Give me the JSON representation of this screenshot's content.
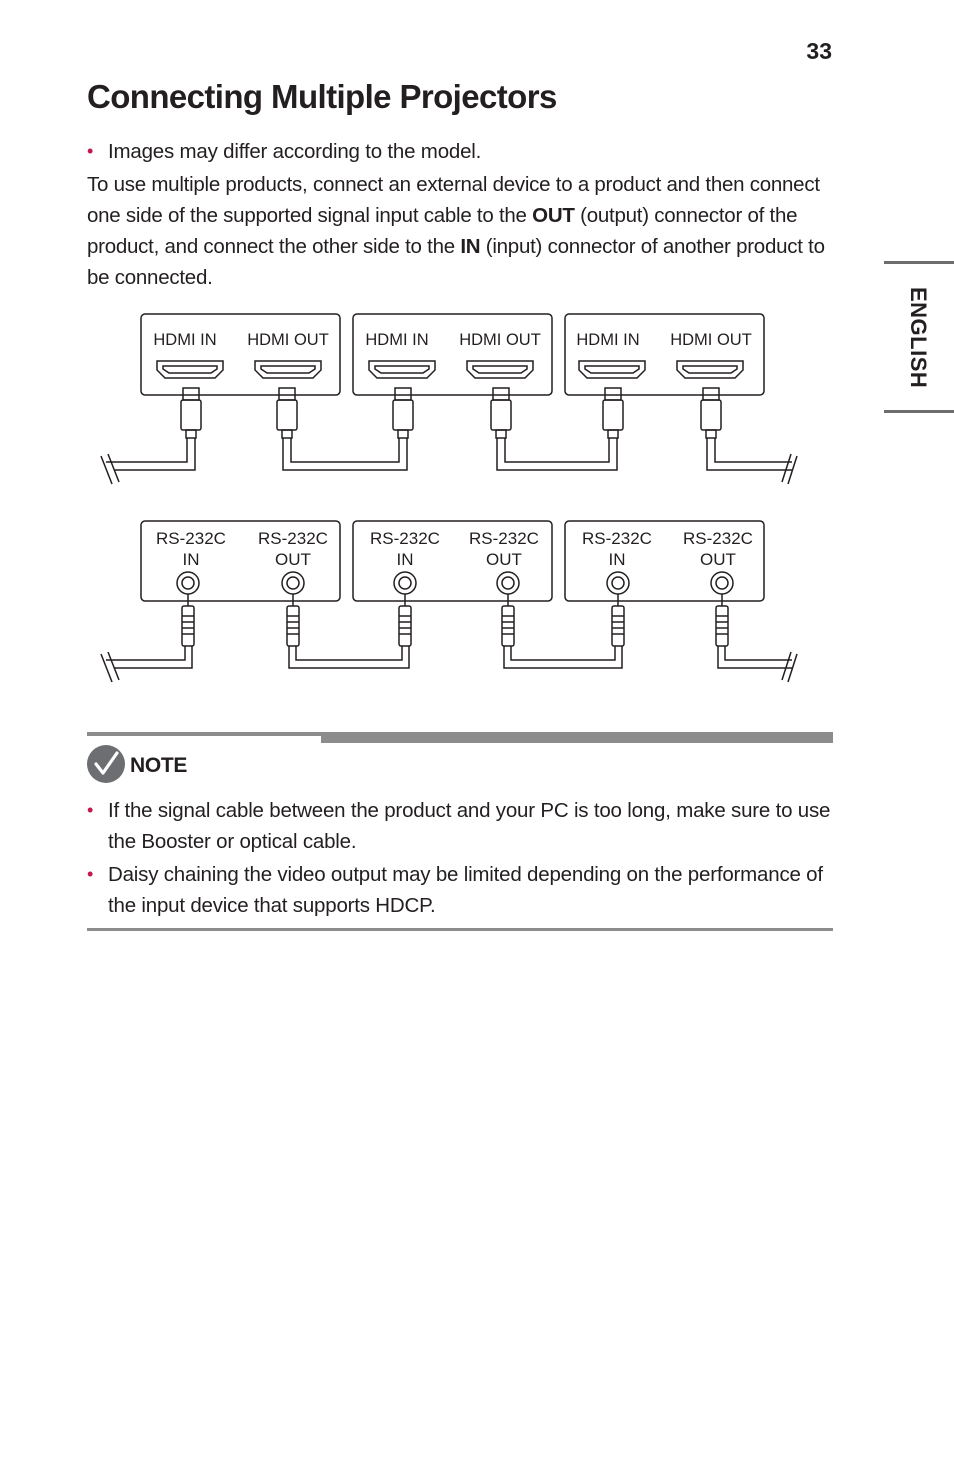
{
  "page_number": "33",
  "side_tab": {
    "label": "ENGLISH"
  },
  "title": "Connecting Multiple Projectors",
  "bullet_top": "Images may differ according to the model.",
  "intro": {
    "part1": "To use multiple products, connect an external device to a product and then connect one side of the supported signal input cable to the ",
    "bold_out": "OUT",
    "part2": " (output) connector of the product, and connect the other side to the ",
    "bold_in": "IN",
    "part3": " (input) connector of another product to be connected."
  },
  "diagram": {
    "hdmi_products": [
      {
        "in_label": "HDMI IN",
        "out_label": "HDMI OUT"
      },
      {
        "in_label": "HDMI IN",
        "out_label": "HDMI OUT"
      },
      {
        "in_label": "HDMI IN",
        "out_label": "HDMI OUT"
      }
    ],
    "rs232_products": [
      {
        "in_top": "RS-232C",
        "in_bottom": "IN",
        "out_top": "RS-232C",
        "out_bottom": "OUT"
      },
      {
        "in_top": "RS-232C",
        "in_bottom": "IN",
        "out_top": "RS-232C",
        "out_bottom": "OUT"
      },
      {
        "in_top": "RS-232C",
        "in_bottom": "IN",
        "out_top": "RS-232C",
        "out_bottom": "OUT"
      }
    ]
  },
  "note": {
    "label": "NOTE",
    "items": [
      "If the signal cable between the product and your PC is too long, make sure to use the Booster or optical cable.",
      "Daisy chaining the video output may be limited depending on the performance of the input device that supports HDCP."
    ]
  },
  "colors": {
    "bullet": "#c4174a",
    "text": "#231f20",
    "rule": "#8c8c8c",
    "note_icon": "#6d6e71"
  }
}
